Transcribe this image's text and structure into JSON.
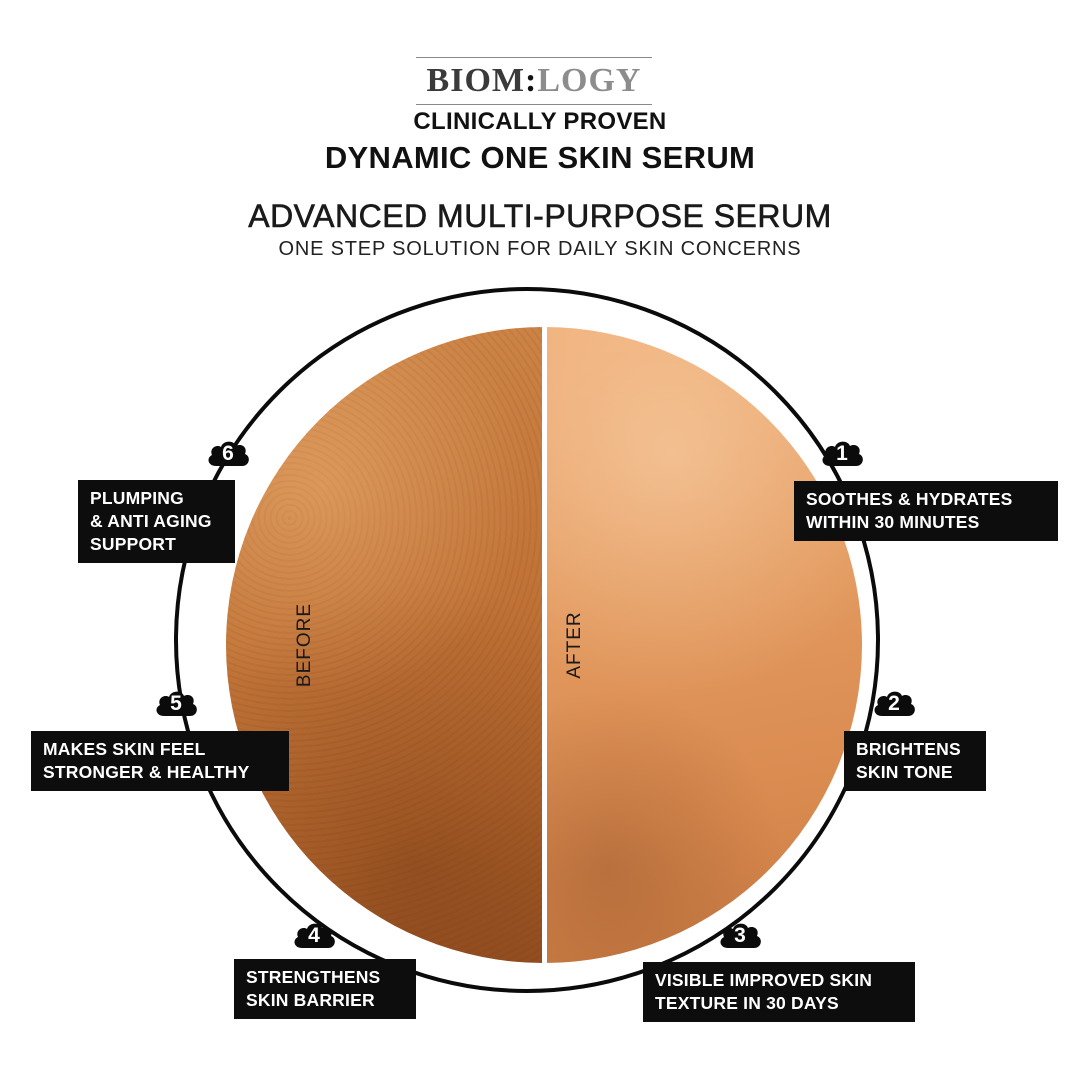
{
  "brand": {
    "part1": "BIOM",
    "colon": ":",
    "part2": "LOGY"
  },
  "header": {
    "line1": "CLINICALLY PROVEN",
    "line2": "DYNAMIC ONE SKIN SERUM",
    "headline": "ADVANCED MULTI-PURPOSE SERUM",
    "tagline": "ONE STEP SOLUTION FOR DAILY SKIN CONCERNS"
  },
  "comparison": {
    "before": "BEFORE",
    "after": "AFTER"
  },
  "benefits": [
    {
      "number": "1",
      "line1": "SOOTHES & HYDRATES",
      "line2": "WITHIN 30 MINUTES"
    },
    {
      "number": "2",
      "line1": "BRIGHTENS",
      "line2": "SKIN TONE"
    },
    {
      "number": "3",
      "line1": "VISIBLE IMPROVED SKIN",
      "line2": "TEXTURE IN 30 DAYS"
    },
    {
      "number": "4",
      "line1": "STRENGTHENS",
      "line2": "SKIN BARRIER"
    },
    {
      "number": "5",
      "line1": "MAKES SKIN FEEL",
      "line2": "STRONGER & HEALTHY"
    },
    {
      "number": "6",
      "line1": "PLUMPING",
      "line2": "& ANTI AGING",
      "line3": "SUPPORT"
    }
  ],
  "colors": {
    "label_bg": "#0d0d0d",
    "ring": "#0b0b0b",
    "before_skin": "#c4773a",
    "after_skin": "#e39a5f"
  }
}
